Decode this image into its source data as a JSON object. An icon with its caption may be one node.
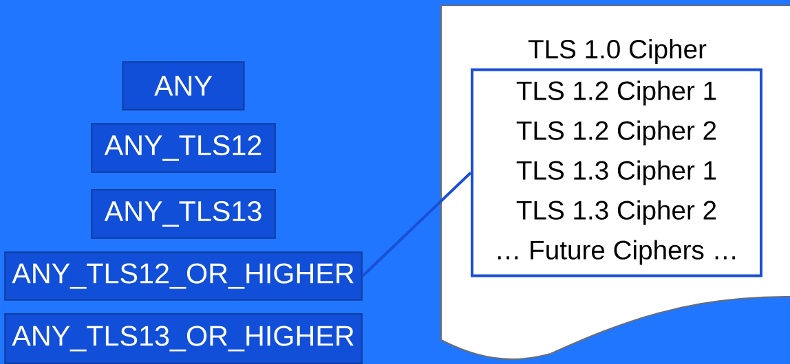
{
  "diagram": {
    "nodes": [
      {
        "text": [
          "ANY"
        ]
      },
      {
        "text": [
          "ANY_TLS12"
        ]
      },
      {
        "text": [
          "ANY_TLS13"
        ]
      },
      {
        "text": [
          "ANY_TLS12_OR_HIGHER"
        ]
      },
      {
        "text": [
          "ANY_TLS13_OR_HIGHER"
        ]
      },
      {
        "text": [
          "TLS 1.0 Cipher"
        ]
      },
      {
        "text": [
          "TLS 1.2 Cipher 1",
          "TLS 1.2 Cipher 2",
          "TLS 1.3 Cipher 1",
          "TLS 1.3 Cipher 2",
          "… Future Ciphers …"
        ],
        "in": 5
      }
    ],
    "edges": [
      {
        "from": 3,
        "to": 6,
        "arrow": "none"
      }
    ]
  }
}
